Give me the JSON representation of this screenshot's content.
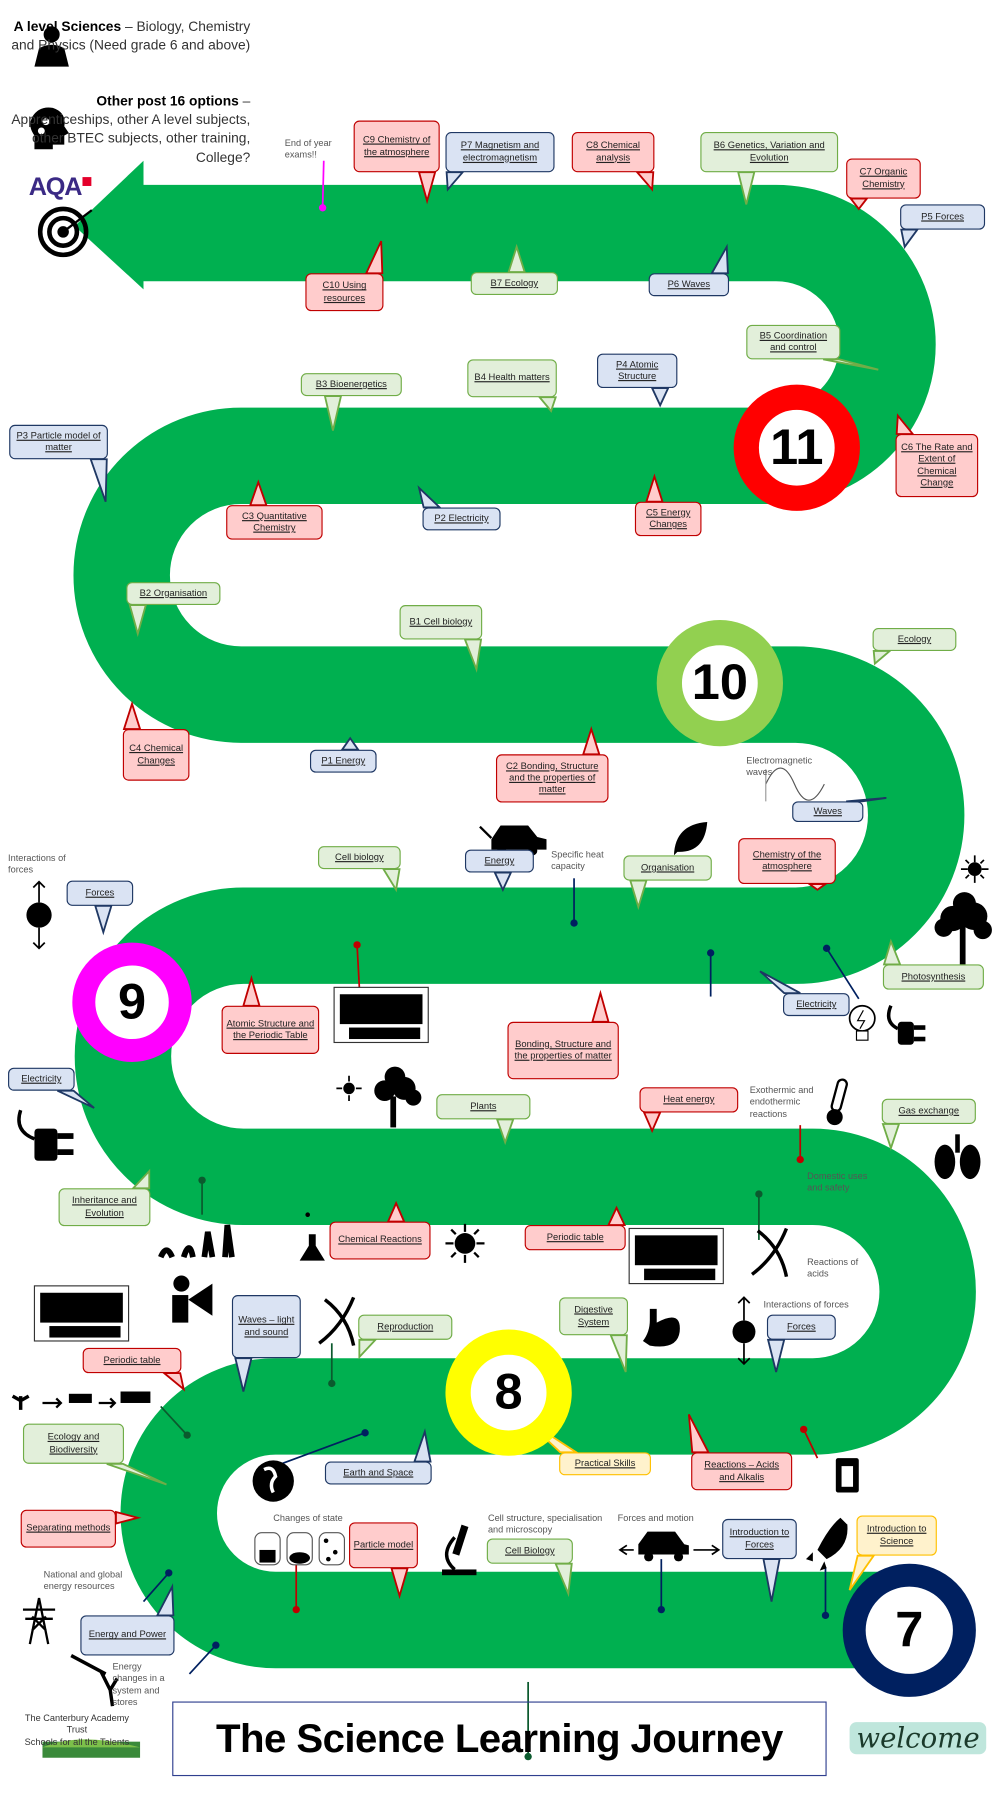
{
  "header": {
    "alevel_bold": "A level Sciences",
    "alevel_rest": " – Biology, Chemistry and Physics (Need grade 6 and above)",
    "post16_bold": "Other post 16 options",
    "post16_rest": " – Apprenticeships, other A level subjects, other BTEC subjects, other training, College?"
  },
  "logo": {
    "aqa": "AQA"
  },
  "title": "The Science Learning Journey",
  "trust": {
    "name": "The Canterbury Academy Trust",
    "tagline": "Schools for all the Talents"
  },
  "welcome": "welcome",
  "years": [
    "11",
    "10",
    "9",
    "8",
    "7"
  ],
  "colors": {
    "path": "#00b050",
    "year11": "#ff0000",
    "year10": "#92d050",
    "year9": "#ff00ff",
    "year8": "#ffff00",
    "year7": "#002060",
    "chemistry_fill": "#ffcccc",
    "chemistry_border": "#c00000",
    "physics_fill": "#dae3f3",
    "physics_border": "#1f3864",
    "biology_fill": "#e2efda",
    "biology_border": "#70ad47",
    "general_fill": "#fff2cc",
    "general_border": "#ffc000"
  },
  "callouts": [
    {
      "text": "C9 Chemistry of the atmosphere",
      "subject": "chemistry"
    },
    {
      "text": "P7 Magnetism and electromagnetism",
      "subject": "physics"
    },
    {
      "text": "C8 Chemical analysis",
      "subject": "chemistry"
    },
    {
      "text": "B6 Genetics, Variation and Evolution",
      "subject": "biology"
    },
    {
      "text": "C7 Organic Chemistry",
      "subject": "chemistry"
    },
    {
      "text": "P5 Forces",
      "subject": "physics"
    },
    {
      "text": "C10 Using resources",
      "subject": "chemistry"
    },
    {
      "text": "B7 Ecology",
      "subject": "biology"
    },
    {
      "text": "P6 Waves",
      "subject": "physics"
    },
    {
      "text": "B5 Coordination and control",
      "subject": "biology"
    },
    {
      "text": "P4 Atomic Structure",
      "subject": "physics"
    },
    {
      "text": "B4 Health matters",
      "subject": "biology"
    },
    {
      "text": "B3 Bioenergetics",
      "subject": "biology"
    },
    {
      "text": "P3 Particle model of matter",
      "subject": "physics"
    },
    {
      "text": "C6 The Rate and Extent of Chemical Change",
      "subject": "chemistry"
    },
    {
      "text": "C3 Quantitative Chemistry",
      "subject": "chemistry"
    },
    {
      "text": "P2 Electricity",
      "subject": "physics"
    },
    {
      "text": "C5 Energy Changes",
      "subject": "chemistry"
    },
    {
      "text": "B2 Organisation",
      "subject": "biology"
    },
    {
      "text": "B1 Cell biology",
      "subject": "biology"
    },
    {
      "text": "Ecology",
      "subject": "biology"
    },
    {
      "text": "C4 Chemical Changes",
      "subject": "chemistry"
    },
    {
      "text": "P1 Energy",
      "subject": "physics"
    },
    {
      "text": "C2 Bonding, Structure and the properties of matter",
      "subject": "chemistry"
    },
    {
      "text": "Waves",
      "subject": "physics"
    },
    {
      "text": "Energy",
      "subject": "physics"
    },
    {
      "text": "Cell biology",
      "subject": "biology"
    },
    {
      "text": "Organisation",
      "subject": "biology"
    },
    {
      "text": "Chemistry of the atmosphere",
      "subject": "chemistry"
    },
    {
      "text": "Forces",
      "subject": "physics"
    },
    {
      "text": "Atomic Structure and the Periodic Table",
      "subject": "chemistry"
    },
    {
      "text": "Bonding, Structure and the properties of matter",
      "subject": "chemistry"
    },
    {
      "text": "Electricity",
      "subject": "physics"
    },
    {
      "text": "Photosynthesis",
      "subject": "biology"
    },
    {
      "text": "Electricity",
      "subject": "physics"
    },
    {
      "text": "Plants",
      "subject": "biology"
    },
    {
      "text": "Heat energy",
      "subject": "chemistry"
    },
    {
      "text": "Gas exchange",
      "subject": "biology"
    },
    {
      "text": "Inheritance and Evolution",
      "subject": "biology"
    },
    {
      "text": "Chemical Reactions",
      "subject": "chemistry"
    },
    {
      "text": "Periodic table",
      "subject": "chemistry"
    },
    {
      "text": "Waves – light and sound",
      "subject": "physics"
    },
    {
      "text": "Reproduction",
      "subject": "biology"
    },
    {
      "text": "Digestive System",
      "subject": "biology"
    },
    {
      "text": "Forces",
      "subject": "physics"
    },
    {
      "text": "Periodic table",
      "subject": "chemistry"
    },
    {
      "text": "Ecology and Biodiversity",
      "subject": "biology"
    },
    {
      "text": "Earth and Space",
      "subject": "physics"
    },
    {
      "text": "Practical Skills",
      "subject": "general"
    },
    {
      "text": "Reactions – Acids and Alkalis",
      "subject": "chemistry"
    },
    {
      "text": "Separating methods",
      "subject": "chemistry"
    },
    {
      "text": "Particle model",
      "subject": "chemistry"
    },
    {
      "text": "Cell Biology",
      "subject": "biology"
    },
    {
      "text": "Introduction to Forces",
      "subject": "physics"
    },
    {
      "text": "Introduction to Science",
      "subject": "general"
    },
    {
      "text": "Energy and Power",
      "subject": "physics"
    }
  ],
  "labels": [
    "End of year exams!!",
    "Electromagnetic waves",
    "Specific heat capacity",
    "Interactions of forces",
    "Exothermic and endothermic reactions",
    "Domestic uses and safety",
    "Reactions of acids",
    "Interactions of forces",
    "Changes of state",
    "Cell structure, specialisation and microscopy",
    "Forces and motion",
    "National and global energy resources",
    "Energy changes in a system and stores"
  ]
}
